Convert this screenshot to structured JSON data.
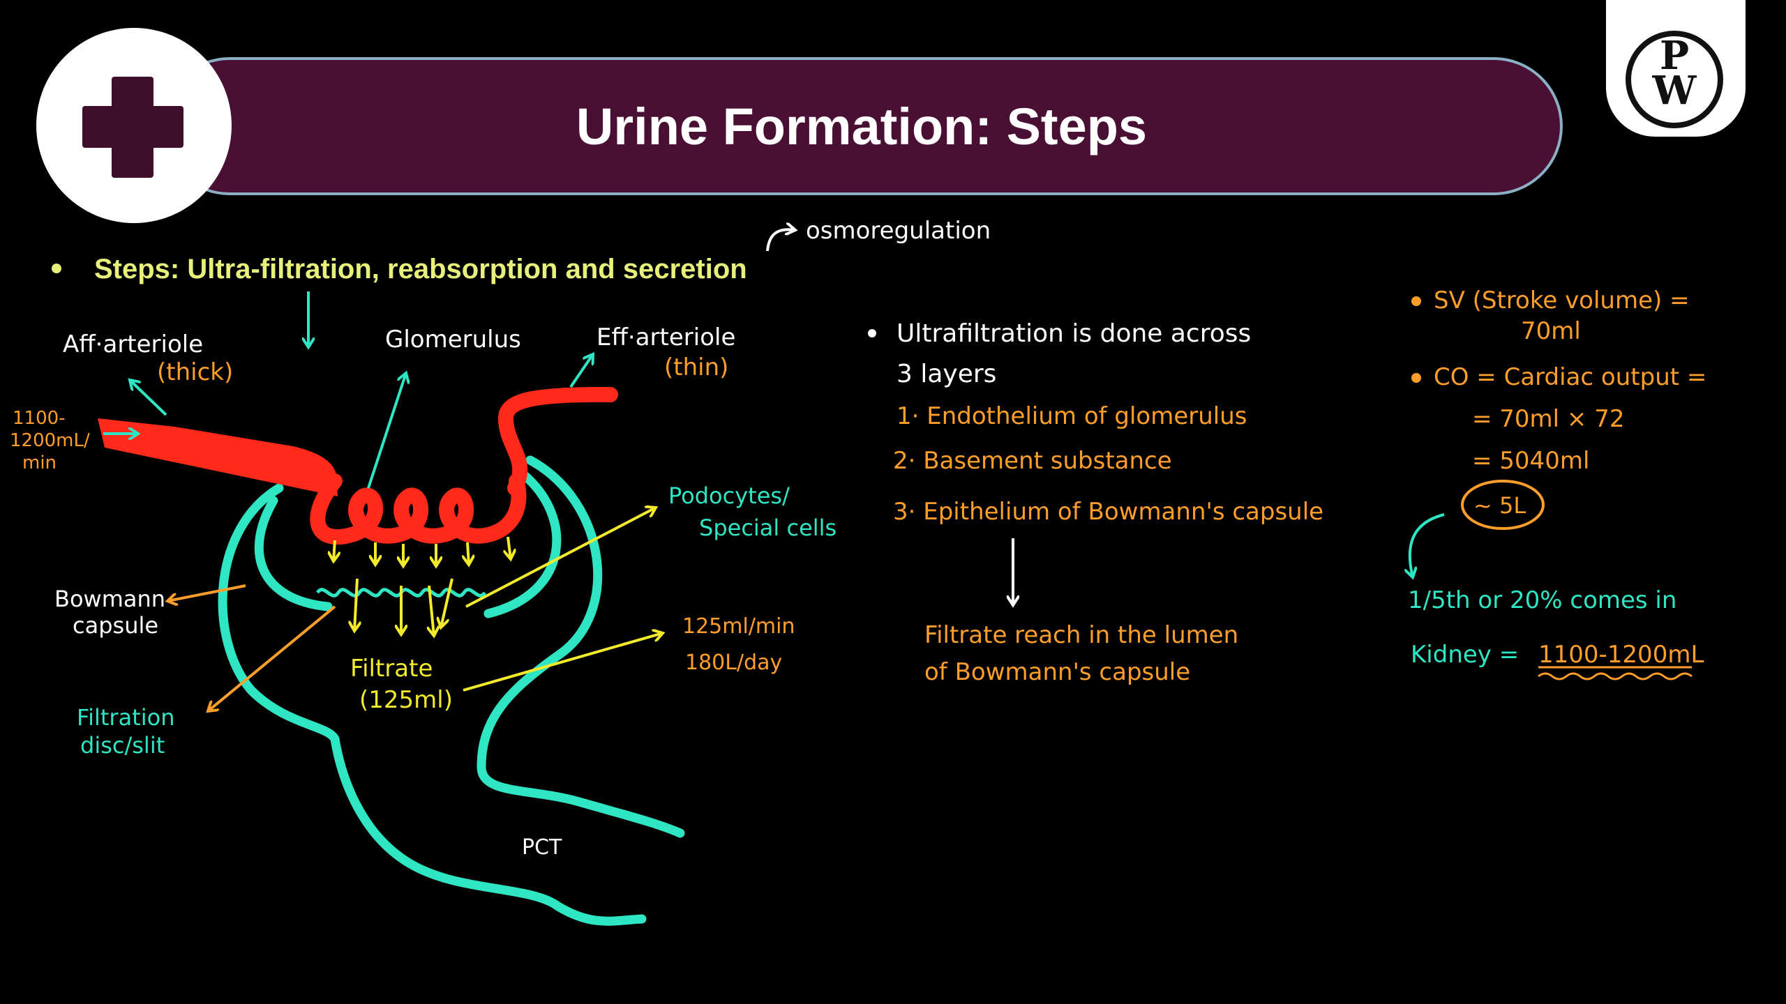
{
  "header": {
    "title": "Urine Formation: Steps",
    "logo_top": "P",
    "logo_bottom": "W"
  },
  "steps_line": "Steps: Ultra-filtration, reabsorption and secretion",
  "annotations": {
    "osmoregulation": "osmoregulation",
    "aff_arteriole": "Aff·arteriole",
    "thick": "(thick)",
    "glomerulus": "Glomerulus",
    "eff_arteriole": "Eff·arteriole",
    "thin": "(thin)",
    "flow_1": "1100-",
    "flow_2": "1200mL/",
    "flow_3": "min",
    "podocytes_1": "Podocytes/",
    "podocytes_2": "Special cells",
    "bowmann_1": "Bowmann",
    "bowmann_2": "capsule",
    "filtration_1": "Filtration",
    "filtration_2": "disc/slit",
    "filtrate_1": "Filtrate",
    "filtrate_2": "(125ml)",
    "rate_1": "125ml/min",
    "rate_2": "180L/day",
    "pct": "PCT"
  },
  "ultrafiltration": {
    "line1": "Ultrafiltration is done across",
    "line2": "3 layers",
    "layers": [
      "1· Endothelium of glomerulus",
      "2· Basement substance",
      "3· Epithelium of Bowmann's capsule"
    ],
    "result_1": "Filtrate reach in the lumen",
    "result_2": "of Bowmann's capsule"
  },
  "cardiac": {
    "sv_1": "SV (Stroke volume) =",
    "sv_2": "70ml",
    "co_1": "CO = Cardiac output =",
    "co_2": "= 70ml × 72",
    "co_3": "= 5040ml",
    "approx": "~ 5L",
    "fraction_1": "1/5th or 20% comes in",
    "fraction_2": "Kidney =",
    "fraction_value": "1100-1200mL"
  },
  "colors": {
    "background": "#000000",
    "banner": "#4a1033",
    "banner_border": "#8bb0c6",
    "steps_text": "#e6f07a",
    "capsule": "#2fe6c4",
    "arteriole": "#ff2a1a",
    "filtrate_arrows": "#f2ea2a",
    "orange_note": "#ff9e2a",
    "white_note": "#ffffff"
  }
}
